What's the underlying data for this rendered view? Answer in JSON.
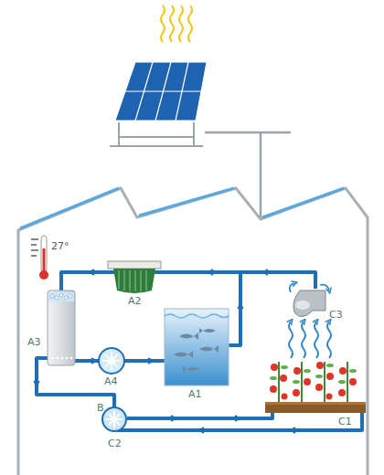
{
  "diagram": {
    "labels": [
      "27°",
      "A2",
      "C3",
      "A3",
      "A4",
      "A1",
      "C1",
      "B",
      "C2"
    ]
  }
}
